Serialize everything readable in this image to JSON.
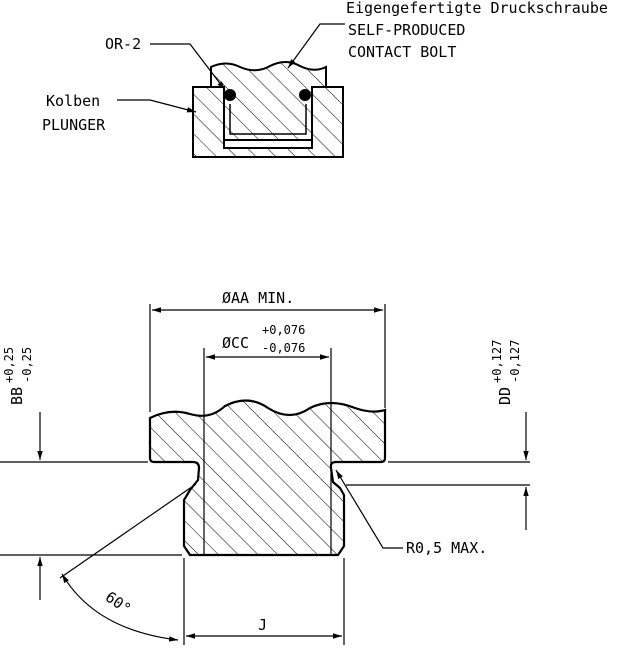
{
  "detail_top": {
    "label_screw_de": "Eigengefertigte Druckschraube",
    "label_screw_en_1": "SELF-PRODUCED",
    "label_screw_en_2": "CONTACT BOLT",
    "label_oring": "OR-2",
    "label_plunger_de": "Kolben",
    "label_plunger_en": "PLUNGER"
  },
  "detail_bottom": {
    "dim_aa": "ØAA  MIN.",
    "dim_cc": "ØCC",
    "tol_cc_upper": "+0,076",
    "tol_cc_lower": "-0,076",
    "dim_bb": "BB",
    "tol_bb_upper": "+0,25",
    "tol_bb_lower": "-0,25",
    "dim_dd": "DD",
    "tol_dd_upper": "+0,127",
    "tol_dd_lower": "-0,127",
    "radius_note": "R0,5 MAX.",
    "angle": "60°",
    "dim_j": "J"
  }
}
